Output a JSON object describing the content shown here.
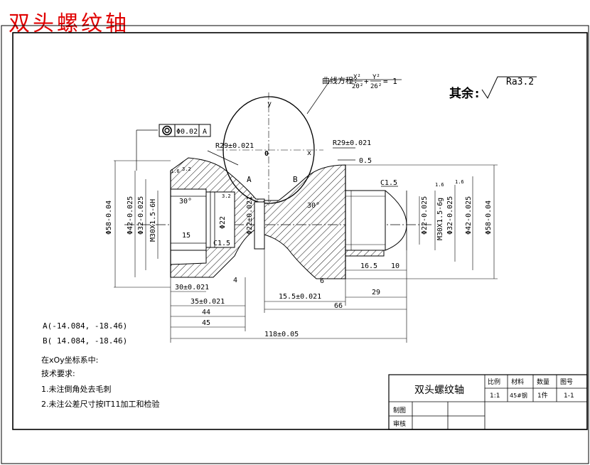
{
  "header": {
    "title": "双头螺纹轴"
  },
  "roughness": {
    "prefix": "其余:",
    "value": "Ra3.2"
  },
  "curve": {
    "label": "曲线方程:",
    "eq1_num": "X²",
    "eq1_den": "20²",
    "plus": "+",
    "eq2_num": "Y²",
    "eq2_den": "26²",
    "rhs": "= 1"
  },
  "axes": {
    "y": "y",
    "origin": "0",
    "x": "x"
  },
  "points_labels": {
    "a": "A",
    "b": "B"
  },
  "tolerance": {
    "symbol": "◎",
    "value": "Φ0.02",
    "datum": "A"
  },
  "dims": {
    "r_left": "R29±0.021",
    "r_right": "R29±0.021",
    "chamfer_05": "0.5",
    "c15_left": "C1.5",
    "c15_right": "C1.5",
    "angle_left": "30°",
    "angle_right": "30°",
    "d15": "15",
    "d30": "30±0.021",
    "d4": "4",
    "d35": "35±0.021",
    "d44": "44",
    "d45": "45",
    "d118": "118±0.05",
    "d155": "15.5±0.021",
    "d6": "6",
    "d29": "29",
    "d66": "66",
    "d165": "16.5",
    "d10": "10",
    "dia58_left": "Φ58-0.04",
    "dia42_left": "Φ42-0.025",
    "dia32_left": "Φ32-0.025",
    "m_left": "M30X1.5-6H",
    "dia22_left": "Φ22",
    "dia22_center": "Φ22±0.021",
    "dia22_right": "Φ22-0.025",
    "m_right": "M30X1.5-6g",
    "dia32_right": "Φ32-0.025",
    "dia42_right": "Φ42-0.025",
    "dia58_right": "Φ58-0.04",
    "ra_small1": "1.6",
    "ra_small2": "3.2",
    "ra_small3": "1.6",
    "ra_small4": "1.6",
    "ra_small5": "3.2"
  },
  "coords": {
    "a": "A(-14.084, -18.46)",
    "b": "B( 14.084, -18.46)"
  },
  "notes": {
    "in_system": "在xOy坐标系中:",
    "tech_title": "技术要求:",
    "n1": "1.未注倒角处去毛刺",
    "n2": "2.未注公差尺寸按IT11加工和检验"
  },
  "title_block": {
    "name": "双头螺纹轴",
    "h_scale": "比例",
    "h_material": "材料",
    "h_qty": "数量",
    "h_drawing": "图号",
    "v_scale": "1:1",
    "v_material": "45#钢",
    "v_qty": "1件",
    "v_drawing": "1-1",
    "drawn": "制图",
    "checked": "审核"
  }
}
